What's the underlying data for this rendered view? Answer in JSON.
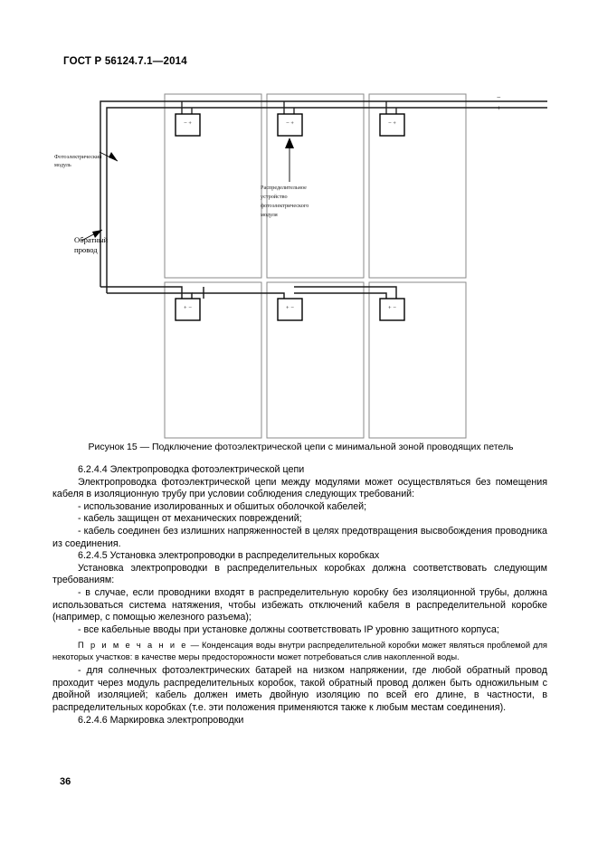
{
  "header": {
    "standard_id": "ГОСТ Р 56124.7.1—2014"
  },
  "figure": {
    "caption": "Рисунок 15 — Подключение фотоэлектрической цепи с минимальной зоной проводящих петель",
    "labels": {
      "module_line1": "Фотоэлектрический",
      "module_line2": "модуль",
      "return_wire_line1": "Обратный",
      "return_wire_line2": "провод",
      "junction_line1": "Распределительное",
      "junction_line2": "устройство",
      "junction_line3": "фотоэлектрического",
      "junction_line4": "модуля"
    },
    "terminals": {
      "negative": "−",
      "positive": "+"
    },
    "junction_box_top_label": "− +",
    "junction_box_bottom_label": "+ −",
    "rows": 2,
    "columns": 3
  },
  "body": {
    "heading_6244": "6.2.4.4 Электропроводка фотоэлектрической цепи",
    "para_6244": "Электропроводка фотоэлектрической цепи между модулями может осуществляться без помещения кабеля в изоляционную трубу при условии соблюдения следующих требований:",
    "bullet_1": "- использование изолированных и обшитых оболочкой кабелей;",
    "bullet_2": "- кабель защищен от механических повреждений;",
    "bullet_3": "- кабель соединен без излишних напряженностей в целях предотвращения высвобождения проводника из соединения.",
    "heading_6245": "6.2.4.5 Установка электропроводки в распределительных коробках",
    "para_6245": "Установка электропроводки в распределительных коробках должна соответствовать следующим требованиям:",
    "bullet_4": "- в случае, если проводники входят в распределительную коробку без изоляционной трубы, должна использоваться система натяжения, чтобы избежать отключений кабеля в распределительной коробке (например, с помощью железного разъема);",
    "bullet_5": "- все кабельные вводы при установке должны соответствовать IP уровню защитного корпуса;",
    "note_label": "П р и м е ч а н и е",
    "note_dash": "—",
    "note_text": "Конденсация воды внутри распределительной коробки может являться проблемой для некоторых участков: в качестве меры предосторожности может потребоваться слив накопленной воды.",
    "bullet_6": "- для солнечных фотоэлектрических батарей на низком напряжении, где любой обратный провод проходит через модуль распределительных коробок, такой обратный провод должен быть одножильным с двойной изоляцией; кабель должен иметь двойную изоляцию по всей его длине, в частности, в распределительных коробках (т.е. эти положения применяются также к любым местам соединения).",
    "heading_6246": "6.2.4.6 Маркировка электропроводки"
  },
  "footer": {
    "page_number": "36"
  }
}
